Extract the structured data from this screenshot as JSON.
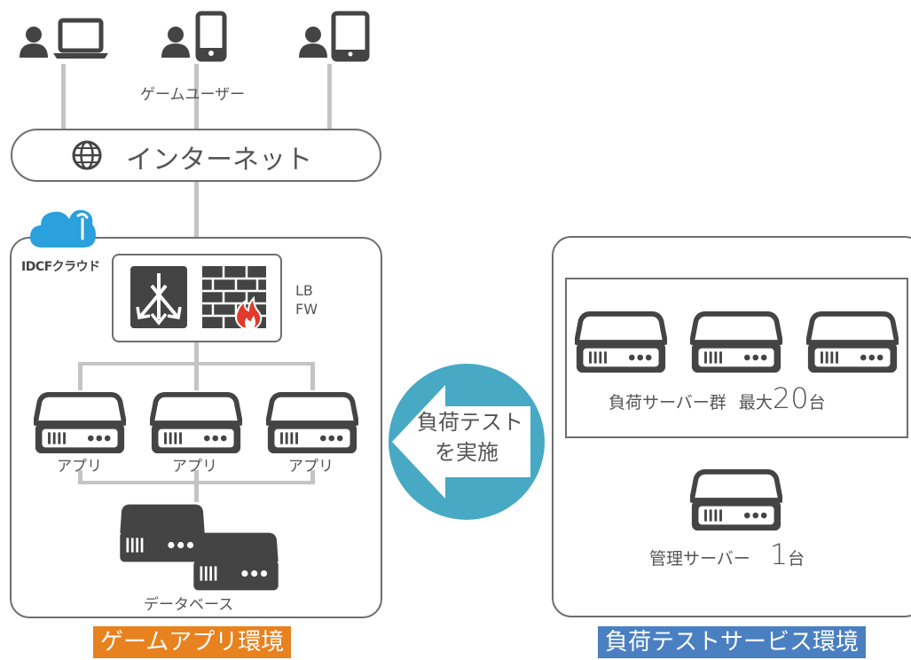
{
  "users": {
    "label": "ゲームユーザー",
    "devices": [
      {
        "name": "user-laptop",
        "icon": "laptop-icon"
      },
      {
        "name": "user-smartphone",
        "icon": "smartphone-icon"
      },
      {
        "name": "user-tablet",
        "icon": "tablet-icon"
      }
    ]
  },
  "internet": {
    "label": "インターネット",
    "icon": "globe-icon"
  },
  "game_env": {
    "brand": "IDCFクラウド",
    "lb_fw_label_1": "LB",
    "lb_fw_label_2": "FW",
    "apps": [
      "アプリ",
      "アプリ",
      "アプリ"
    ],
    "db_label": "データベース",
    "footer": "ゲームアプリ環境",
    "footer_color": "#e8821e"
  },
  "arrow": {
    "line1": "負荷テスト",
    "line2": "を実施",
    "color": "#47a9c4"
  },
  "load_env": {
    "group_label": "負荷サーバー群",
    "max_label": "最大",
    "max_num": "20",
    "max_unit": "台",
    "mgmt_label": "管理サーバー",
    "mgmt_num": "1",
    "mgmt_unit": "台",
    "footer": "負荷テストサービス環境",
    "footer_color": "#4a80c2"
  }
}
